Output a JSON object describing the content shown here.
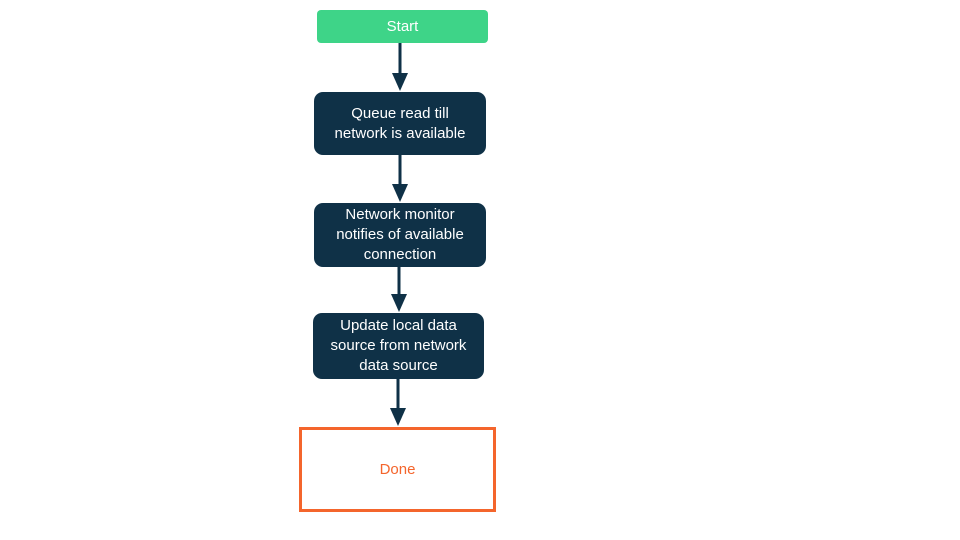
{
  "diagram": {
    "type": "flowchart",
    "orientation": "top-to-bottom",
    "background_color": "#ffffff",
    "colors": {
      "start_fill": "#3ed488",
      "start_text": "#ffffff",
      "process_fill": "#0f3147",
      "process_text": "#ffffff",
      "done_border": "#f4652c",
      "done_fill": "#ffffff",
      "done_text": "#f4652c",
      "arrow": "#0f3147"
    },
    "nodes": [
      {
        "id": "start",
        "label": "Start",
        "shape": "rounded-rect",
        "role": "terminal-start"
      },
      {
        "id": "queue-read",
        "label": "Queue read till\nnetwork is available",
        "shape": "rounded-rect",
        "role": "process"
      },
      {
        "id": "network-monitor",
        "label": "Network monitor\nnotifies of available\nconnection",
        "shape": "rounded-rect",
        "role": "process"
      },
      {
        "id": "update-local",
        "label": "Update local data\nsource from network\ndata source",
        "shape": "rounded-rect",
        "role": "process"
      },
      {
        "id": "done",
        "label": "Done",
        "shape": "rect",
        "role": "terminal-end"
      }
    ],
    "edges": [
      {
        "id": "edge-1",
        "from": "start",
        "to": "queue-read",
        "arrowhead": "filled-triangle"
      },
      {
        "id": "edge-2",
        "from": "queue-read",
        "to": "network-monitor",
        "arrowhead": "filled-triangle"
      },
      {
        "id": "edge-3",
        "from": "network-monitor",
        "to": "update-local",
        "arrowhead": "filled-triangle"
      },
      {
        "id": "edge-4",
        "from": "update-local",
        "to": "done",
        "arrowhead": "filled-triangle"
      }
    ]
  }
}
